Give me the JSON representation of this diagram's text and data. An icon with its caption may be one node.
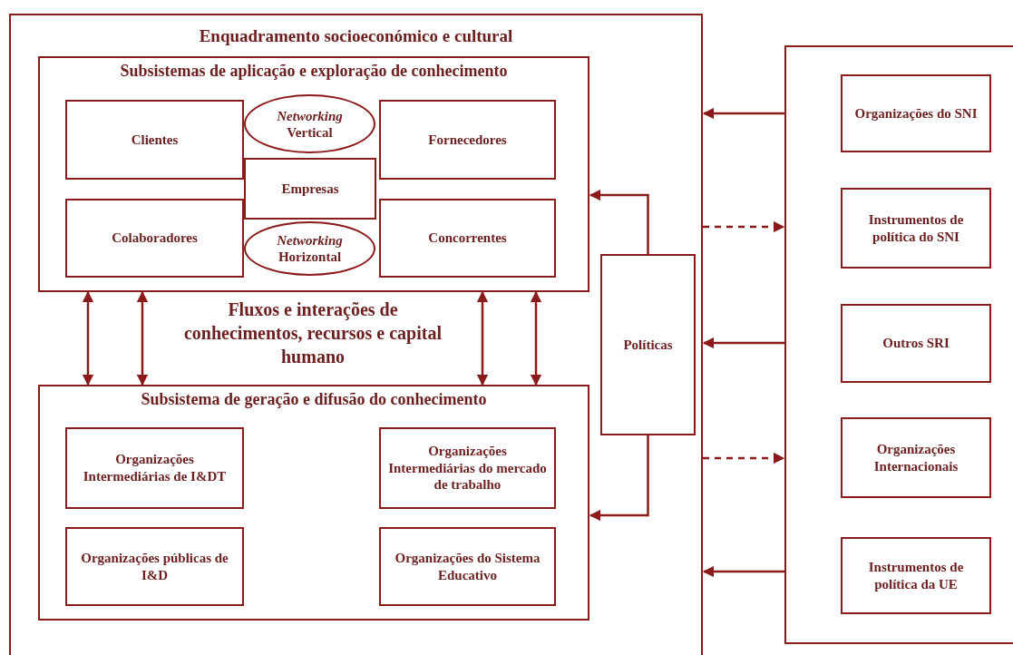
{
  "diagram": {
    "nodes": [
      {
        "text": [
          "Enquadramento socioeconómico e cultural"
        ]
      },
      {
        "text": [
          "Subsistemas de aplicação e exploração de conhecimento"
        ],
        "in": 0
      },
      {
        "text": [
          "Clientes"
        ],
        "in": 1
      },
      {
        "text": [
          "*Networking* Vertical"
        ],
        "in": 1
      },
      {
        "text": [
          "Fornecedores"
        ],
        "in": 1
      },
      {
        "text": [
          "Empresas"
        ],
        "in": 1
      },
      {
        "text": [
          "Colaboradores"
        ],
        "in": 1
      },
      {
        "text": [
          "*Networking* Horizontal"
        ],
        "in": 1
      },
      {
        "text": [
          "Concorrentes"
        ],
        "in": 1
      },
      {
        "text": [
          "Subsistema de geração e difusão do conhecimento"
        ],
        "in": 0
      },
      {
        "text": [
          "Organizações Intermediárias de I&DT"
        ],
        "in": 9
      },
      {
        "text": [
          "Organizações Intermediárias do mercado de trabalho"
        ],
        "in": 9
      },
      {
        "text": [
          "Organizações públicas de I&D"
        ],
        "in": 9
      },
      {
        "text": [
          "Organizações do Sistema Educativo"
        ],
        "in": 9
      },
      {
        "text": [
          "Políticas"
        ],
        "in": 0
      },
      {
        "text": [],
        "shape": "box"
      },
      {
        "text": [
          "Organizações do SNI"
        ],
        "in": 15
      },
      {
        "text": [
          "Instrumentos de política do SNI"
        ],
        "in": 15
      },
      {
        "text": [
          "Outros SRI"
        ],
        "in": 15
      },
      {
        "text": [
          "Organizações Internacionais"
        ],
        "in": 15
      },
      {
        "text": [
          "Instrumentos de política da UE"
        ],
        "in": 15
      }
    ],
    "edges": [
      {
        "from": 1,
        "to": 9,
        "arrow": "both"
      },
      {
        "from": 1,
        "to": 9,
        "arrow": "both"
      },
      {
        "from": 1,
        "to": 9,
        "arrow": "both"
      },
      {
        "from": 1,
        "to": 9,
        "arrow": "both"
      },
      {
        "from": 14,
        "to": 1,
        "arrow": "to"
      },
      {
        "from": 14,
        "to": 9,
        "arrow": "to"
      },
      {
        "from": 15,
        "to": 0,
        "arrow": "to"
      },
      {
        "from": 0,
        "to": 15,
        "arrow": "to",
        "style": "dashed"
      },
      {
        "from": 15,
        "to": 0,
        "arrow": "to"
      },
      {
        "from": 0,
        "to": 15,
        "arrow": "to",
        "style": "dashed"
      },
      {
        "from": 15,
        "to": 0,
        "arrow": "to"
      }
    ],
    "labels": [
      "Fluxos e interações de conhecimentos, recursos e capital humano"
    ]
  }
}
